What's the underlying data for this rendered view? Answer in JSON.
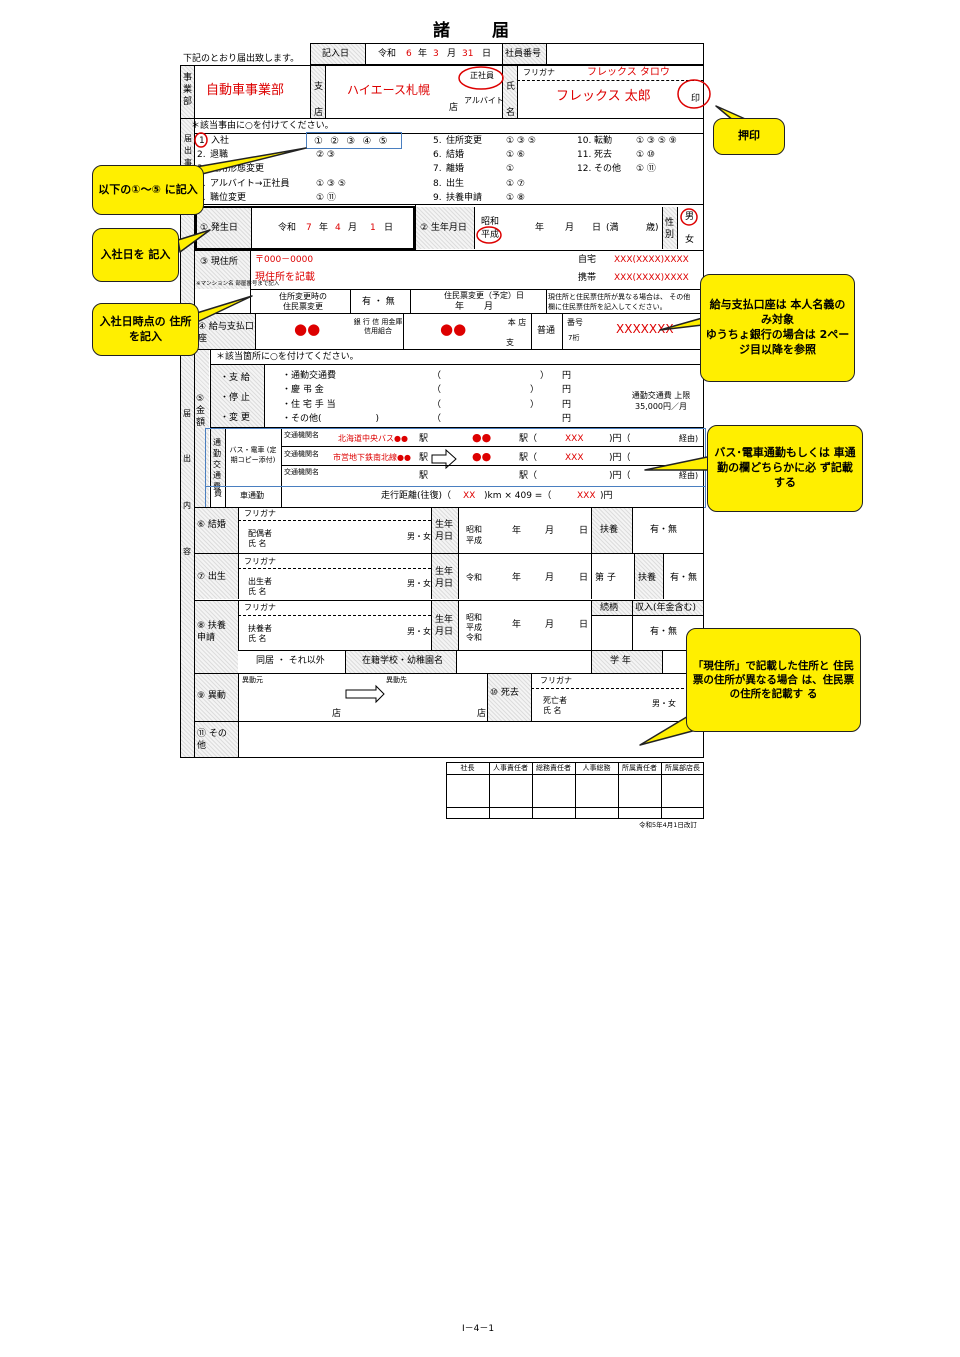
{
  "doc": {
    "title": "諸 届",
    "intro": "下記のとおり届出致します。",
    "fill_date_label": "記入日",
    "era": "令和",
    "fill_y": "6",
    "y": "年",
    "fill_m": "3",
    "m": "月",
    "fill_d": "31",
    "d": "日",
    "emp_no_label": "社員番号",
    "dept_label": "事業部",
    "dept_value": "自動車事業部",
    "branch_label": "支店",
    "branch_value": "ハイエース札幌",
    "branch_suffix": "店",
    "seishain": "正社員",
    "arubaito": "アルバイト",
    "name_label": "氏名",
    "furigana_label": "フリガナ",
    "furigana_value": "フレックス タロウ",
    "name_value": "フレックス 太郎",
    "seal": "印",
    "reason_label": "届出事由",
    "reason_header": "＊該当事由に○を付けてください。",
    "reasons": [
      {
        "n": "1",
        "label": "入社",
        "codes": "① ② ③ ④ ⑤"
      },
      {
        "n": "2.",
        "label": "退職",
        "codes": "② ③"
      },
      {
        "n": "3.",
        "label": "雇用形態変更",
        "codes": ""
      },
      {
        "n": "4.",
        "label": "アルバイト→正社員",
        "codes": "① ③ ⑤"
      },
      {
        "n": "5.",
        "label": "職位変更",
        "codes": "① ⑪"
      },
      {
        "n": "5.",
        "label": "住所変更",
        "codes": "① ③ ⑤"
      },
      {
        "n": "6.",
        "label": "結婚",
        "codes": "① ⑥"
      },
      {
        "n": "7.",
        "label": "離婚",
        "codes": "①"
      },
      {
        "n": "8.",
        "label": "出生",
        "codes": "① ⑦"
      },
      {
        "n": "9.",
        "label": "扶養申請",
        "codes": "① ⑧"
      },
      {
        "n": "10.",
        "label": "転勤",
        "codes": "① ③ ⑤ ⑨"
      },
      {
        "n": "11.",
        "label": "死去",
        "codes": "① ⑩"
      },
      {
        "n": "12.",
        "label": "その他",
        "codes": "① ⑪"
      }
    ],
    "s1_label": "① 発生日",
    "s1_y": "7",
    "s1_m": "4",
    "s1_d": "1",
    "s2_label": "② 生年月日",
    "showa": "昭和",
    "heisei": "平成",
    "reiwa": "令和",
    "mankai": "(満",
    "sai": "歳)",
    "sex_label": "性別",
    "male": "男",
    "female": "女",
    "danjo": "男・女",
    "s3_label": "③ 現住所",
    "postal": "〒000－0000",
    "address": "現住所を記載",
    "home_label": "自宅",
    "home_tel": "XXX(XXXX)XXXX",
    "mobile_label": "携帯",
    "mobile_tel": "XXX(XXXX)XXXX",
    "mansion_note": "※マンション名 部屋番号まで記入",
    "addr_change": "住所変更時の 住民票変更",
    "umu": "有 ・ 無",
    "juminhyo_change": "住民票変更（予定）日",
    "nen": "年",
    "gatsu": "月",
    "nichi": "日",
    "juminhyo_note": "現住所と住民票住所が異なる場合は、 その他欄に住民票住所を記入してください。",
    "s4_label": "④ 給与支払口座",
    "bank_type": "銀 行 信 用金庫信用組合",
    "honten": "本 店",
    "shiten": "支",
    "futsu": "普通",
    "bangou": "番号",
    "nanaketa": "7桁",
    "acct": "XXXXXXX",
    "red_dots": "●●",
    "s5_label": "⑤ 金額",
    "s5_header": "＊該当箇所に○を付けてください。",
    "pay_kinds": [
      "・支 給",
      "・停 止",
      "・変 更"
    ],
    "allow_items": [
      "・通勤交通費",
      "・慶 弔 金",
      "・住 宅 手 当",
      "・その他(　　　　　　)"
    ],
    "yen": "円",
    "open_paren": "（",
    "close_paren": "）",
    "commute_max": "通勤交通費 上限35,000円／月",
    "commute_label": "通勤交通費",
    "bus_train": "バス・電車 (定期コピー添付)",
    "route_label": "交通機関名",
    "route1": "北海道中央バス●●",
    "route2": "市営地下鉄南北線●●",
    "eki": "駅",
    "eki_paren": "駅（",
    "xxx": "XXX",
    "yen_paren": ")円（",
    "keiyu": "経由)",
    "car": "車通勤",
    "car_calc": "走行距離(往復)（",
    "car_xx": "XX",
    "car_km": ")km × 409 =（",
    "car_xxx": "XXX",
    "car_end": ")円",
    "s6_label": "⑥ 結婚",
    "s7_label": "⑦ 出生",
    "s8_label": "⑧ 扶養申請",
    "s9_label": "⑨ 異動",
    "s10_label": "⑩ 死去",
    "s11_label": "⑪ その他",
    "spouse": "配偶者 氏 名",
    "child": "出生者 氏 名",
    "dependent": "扶養者 氏 名",
    "deceased": "死亡者 氏 名",
    "birth_label": "生年 月日",
    "fuyou": "扶養",
    "umu2": "有・無",
    "daishi": "第 子",
    "zokugara": "続柄",
    "income": "収入(年金含む)",
    "doukyo": "同居 ・ それ以外",
    "school": "在籍学校・幼稚園名",
    "gakunen": "学 年",
    "from_label": "異動元",
    "to_label": "異動先",
    "ten": "店",
    "approvals": [
      "社長",
      "人事責任者",
      "総務責任者",
      "人事総務",
      "所属責任者",
      "所属部店長"
    ],
    "revision": "令和5年4月1日改訂",
    "page_no": "I－4－1"
  },
  "callouts": {
    "circled": "以下の①～⑤ に記入",
    "hire_date": "入社日を 記入",
    "address": "入社日時点の 住所を記入",
    "seal": "押印",
    "account": "給与支払口座は 本人名義のみ対象 \n ゆうちょ銀行の場合は 2ページ目以降を参照",
    "commute": "バス･電車通勤もしくは 車通勤の欄どちらかに必 ず記載する",
    "juminhyo": "「現住所」で記載した住所と 住民票の住所が異なる場合 は、住民票の住所を記載す る"
  }
}
